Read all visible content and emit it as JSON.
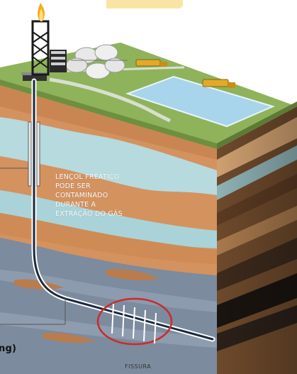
{
  "labels": {
    "groundwater_line1": "LENÇOL FREÁTICO",
    "groundwater_line2": "PODE SER",
    "groundwater_line3": "CONTAMINADO",
    "groundwater_line4": "DURANTE A",
    "groundwater_line5": "EXTRAÇÃO DO GÁS",
    "fissure": "FISSURA",
    "fracking_partial": "ng)"
  },
  "colors": {
    "surface_grass": "#8fb35a",
    "water_pond": "#a8d4ec",
    "aquifer": "#b9dde0",
    "clay_layer": "#d99a6a",
    "shale_layer": "#7f8ea1",
    "fracture_circle": "#cc2a2a",
    "flame": "#f7a81b"
  }
}
